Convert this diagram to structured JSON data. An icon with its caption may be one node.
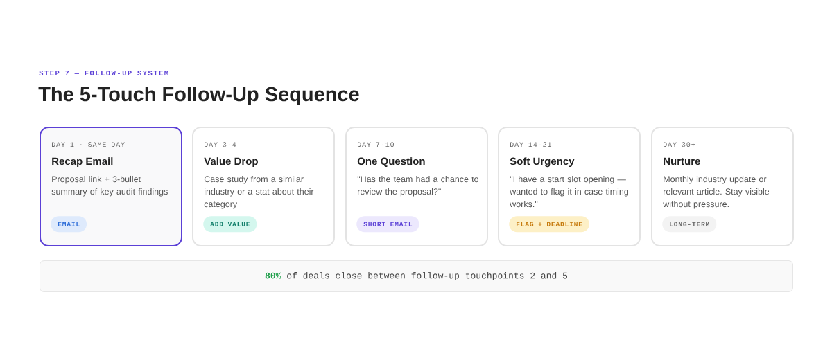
{
  "diagram": {
    "title": "The 5-Touch Follow-Up Sequence",
    "nodes": [
      {
        "text": [
          "DAY 1 · SAME DAY",
          "Recap Email",
          "Proposal link + 3-bullet summary of key audit findings"
        ]
      },
      {
        "text": [
          "EMAIL"
        ],
        "in": 0
      },
      {
        "text": [
          "DAY 3-4",
          "Value Drop",
          "Case study from a similar industry or a stat about their category"
        ]
      },
      {
        "text": [
          "ADD VALUE"
        ],
        "in": 2
      },
      {
        "text": [
          "DAY 7-10",
          "One Question",
          "\"Has the team had a chance to review the proposal?\""
        ]
      },
      {
        "text": [
          "SHORT EMAIL"
        ],
        "in": 4
      },
      {
        "text": [
          "DAY 14-21",
          "Soft Urgency",
          "\"I have a start slot opening — wanted to flag it in case timing works.\""
        ]
      },
      {
        "text": [
          "FLAG + DEADLINE"
        ],
        "in": 6
      },
      {
        "text": [
          "DAY 30+",
          "Nurture",
          "Monthly industry update or relevant article. Stay visible without pressure."
        ]
      },
      {
        "text": [
          "LONG-TERM"
        ],
        "in": 8
      },
      {
        "text": [
          "**80%** of deals close between follow-up touchpoints 2 and 5"
        ]
      }
    ],
    "labels": [
      "STEP 7 — FOLLOW-UP SYSTEM"
    ]
  }
}
